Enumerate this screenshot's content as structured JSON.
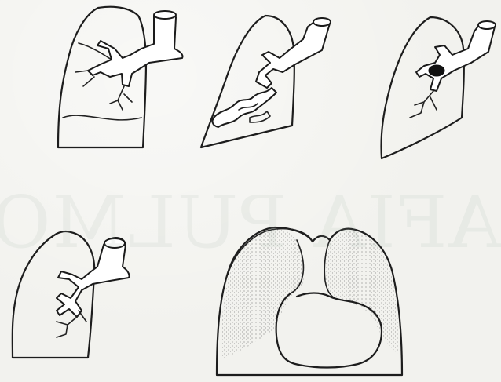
{
  "figures": [
    {
      "label": "lung-upper-left"
    },
    {
      "label": "lung-upper-middle"
    },
    {
      "label": "lung-upper-right"
    },
    {
      "label": "lung-lower-left"
    },
    {
      "label": "chest-lower-right"
    }
  ],
  "colors": {
    "paper": "#f2f2ee",
    "ink": "#1d1d1d",
    "stipple": "#6c6c6c"
  }
}
